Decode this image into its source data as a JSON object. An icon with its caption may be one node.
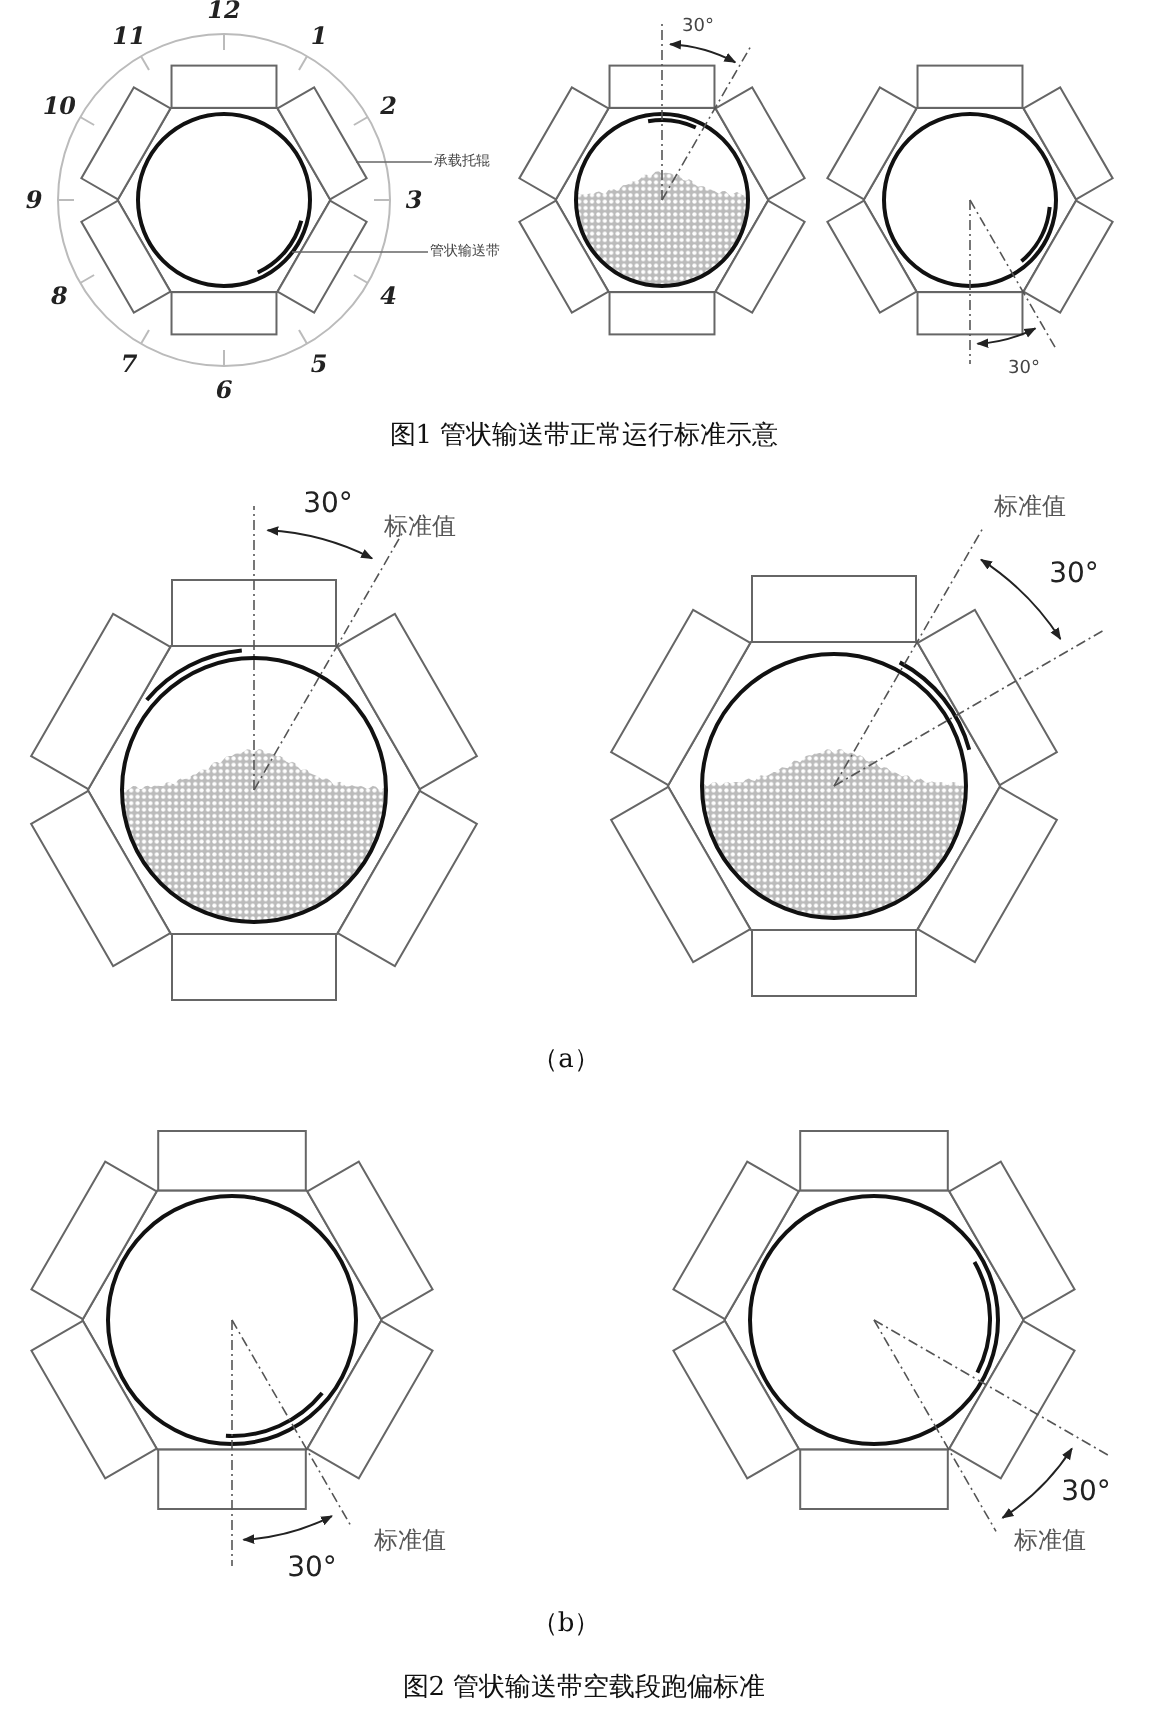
{
  "diagram": {
    "nodes": [
      {
        "text": [
          "承载托辊"
        ]
      },
      {
        "text": [
          "管状输送带"
        ]
      },
      {
        "text": [],
        "shape": "box"
      },
      {
        "text": [],
        "shape": "circle"
      }
    ],
    "edges": [
      {
        "from": 0,
        "to": 2,
        "arrow": "none"
      },
      {
        "from": 1,
        "to": 3,
        "arrow": "none"
      }
    ],
    "labels": [
      "12",
      "11",
      "1",
      "10",
      "2",
      "9",
      "3",
      "8",
      "4",
      "7",
      "5",
      "6",
      "30°",
      "30°",
      "图1 管状输送带正常运行标准示意",
      "30°",
      "标准值",
      "标准值",
      "30°",
      "（a）",
      "标准值",
      "30°",
      "30°",
      "标准值",
      "（b）",
      "图2 管状输送带空载段跑偏标准"
    ]
  }
}
